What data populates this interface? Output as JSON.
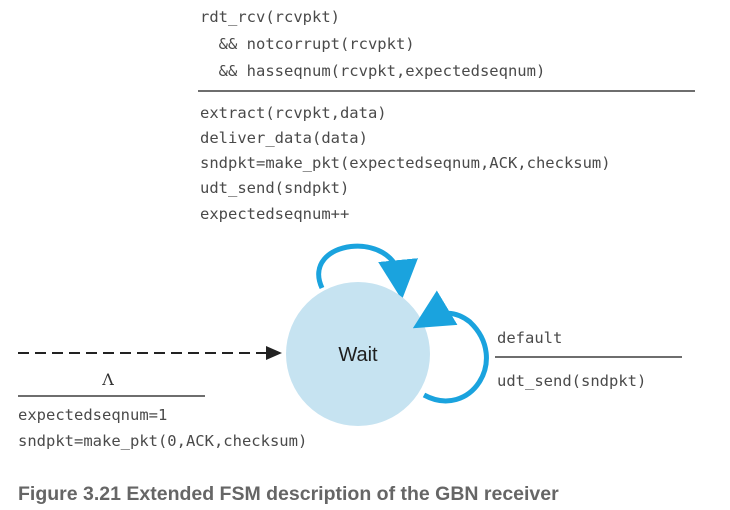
{
  "diagram": {
    "state": {
      "label": "Wait",
      "fill": "#c6e3f1"
    },
    "colors": {
      "arrow": "#1aa3de",
      "rule": "#6e6e6e",
      "text": "#4a4a4a",
      "caption": "#666666"
    },
    "top_transition": {
      "condition": [
        "rdt_rcv(rcvpkt)",
        "  && notcorrupt(rcvpkt)",
        "  && hasseqnum(rcvpkt,expectedseqnum)"
      ],
      "actions": [
        "extract(rcvpkt,data)",
        "deliver_data(data)",
        "sndpkt=make_pkt(expectedseqnum,ACK,checksum)",
        "udt_send(sndpkt)",
        "expectedseqnum++"
      ]
    },
    "right_transition": {
      "condition": "default",
      "action": "udt_send(sndpkt)"
    },
    "initial_transition": {
      "condition": "Λ",
      "actions": [
        "expectedseqnum=1",
        "sndpkt=make_pkt(0,ACK,checksum)"
      ]
    }
  },
  "caption": "Figure 3.21 Extended FSM description of the GBN receiver"
}
